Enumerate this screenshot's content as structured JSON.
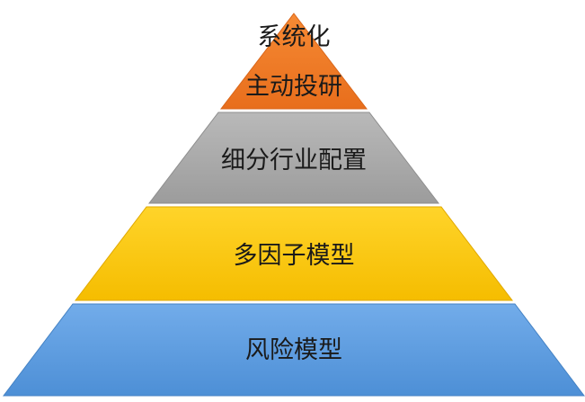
{
  "diagram": {
    "type": "pyramid",
    "levels": [
      {
        "lines": [
          "系统化",
          "主动投研"
        ],
        "color": "#f07c28"
      },
      {
        "lines": [
          "细分行业配置"
        ],
        "color": "#a9a9a9"
      },
      {
        "lines": [
          "多因子模型"
        ],
        "color": "#fcc200"
      },
      {
        "lines": [
          "风险模型"
        ],
        "color": "#5b9bd5"
      }
    ]
  }
}
